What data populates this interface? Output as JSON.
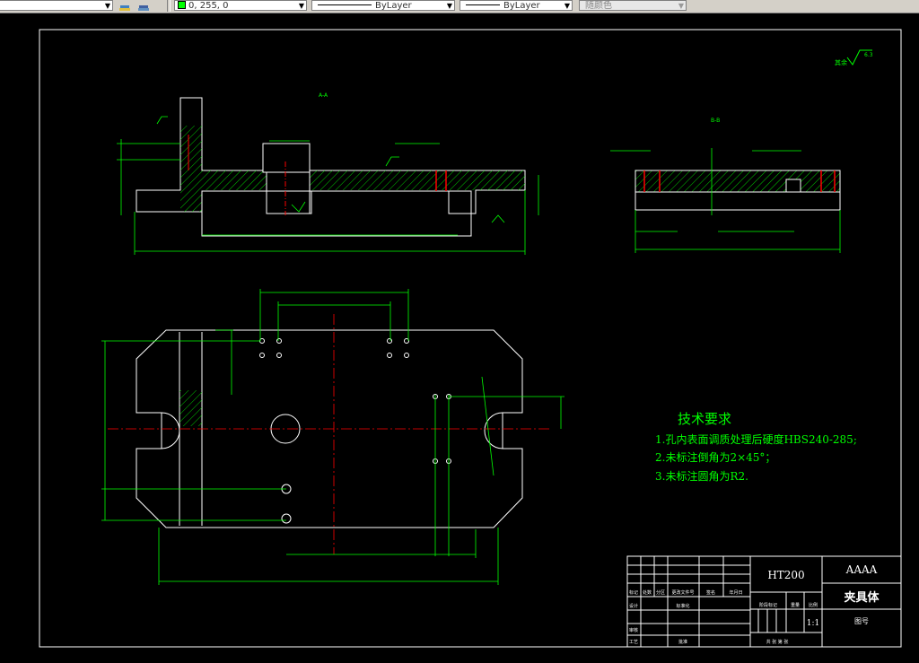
{
  "toolbar": {
    "color_value": "0, 255, 0",
    "linetype_value": "ByLayer",
    "lineweight_value": "ByLayer",
    "plotstyle_value": "随颜色"
  },
  "drawing": {
    "tech_title": "技术要求",
    "tech_items": [
      "1.孔内表面调质处理后硬度HBS240-285;",
      "2.未标注倒角为2×45°；",
      "3.未标注圆角为R2."
    ],
    "title_block": {
      "material": "HT200",
      "company": "AAAA",
      "part_name": "夹具体",
      "scale": "1:1",
      "drawing_no_label": "图号",
      "stage_label": "阶段标记",
      "weight_label": "重量",
      "scale_label": "比例",
      "sheet_label": "共 张 第 张",
      "designer_label": "设计",
      "standard_label": "标准化",
      "review_label": "审核",
      "process_label": "工艺",
      "approve_label": "批准",
      "header_labels": [
        "标记",
        "处数",
        "分区",
        "更改文件号",
        "签名",
        "年月日"
      ]
    },
    "section_labels": [
      "A-A",
      "B-B"
    ],
    "roughness_note": "其余"
  },
  "colors": {
    "background": "#000000",
    "dimension": "#00ff00",
    "outline": "#ffffff",
    "centerline": "#ff0000",
    "hatch": "#00ff00"
  }
}
